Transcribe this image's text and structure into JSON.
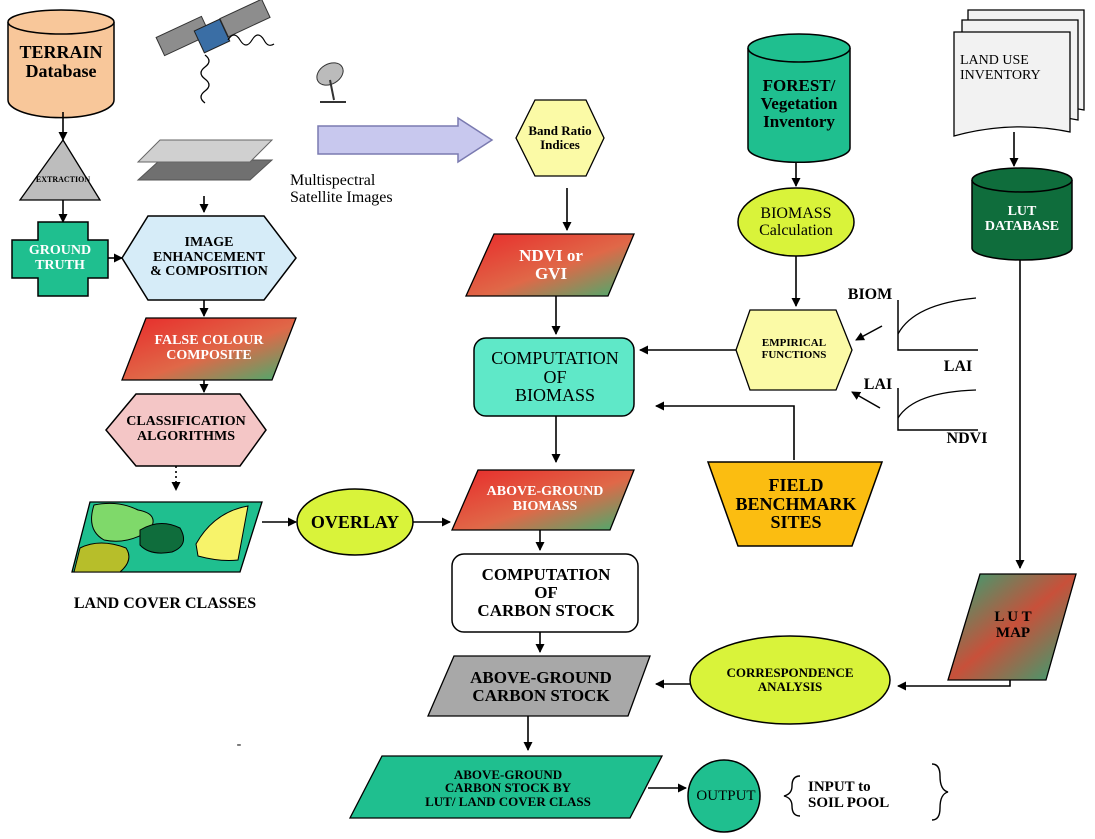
{
  "diagram": {
    "terrain_db": "TERRAIN\nDatabase",
    "extraction": "EXTRACTION",
    "ground_truth": "GROUND\nTRUTH",
    "image_enhancement": "IMAGE\nENHANCEMENT\n& COMPOSITION",
    "false_colour": "FALSE COLOUR\nCOMPOSITE",
    "classification": "CLASSIFICATION\nALGORITHMS",
    "land_cover_classes": "LAND COVER CLASSES",
    "overlay": "OVERLAY",
    "multispectral": "Multispectral\nSatellite Images",
    "band_ratio": "Band Ratio\nIndices",
    "ndvi_gvi": "NDVI or\nGVI",
    "computation_biomass": "COMPUTATION\nOF\nBIOMASS",
    "above_ground_biomass": "ABOVE-GROUND\nBIOMASS",
    "computation_carbon": "COMPUTATION\nOF\nCARBON  STOCK",
    "above_ground_carbon": "ABOVE-GROUND\nCARBON STOCK",
    "carbon_by_lut": "ABOVE-GROUND\nCARBON STOCK BY\nLUT/ LAND COVER CLASS",
    "output": "OUTPUT",
    "input_soil": "INPUT to\nSOIL POOL",
    "forest_inventory": "FOREST/\nVegetation\nInventory",
    "biomass_calc": "BIOMASS\nCalculation",
    "empirical": "EMPIRICAL\nFUNCTIONS",
    "field_benchmark": "FIELD\nBENCHMARK\nSITES",
    "biom_label": "BIOM",
    "lai_label_right": "LAI",
    "lai_label_left": "LAI",
    "ndvi_label": "NDVI",
    "land_use_inventory": "LAND USE\nINVENTORY",
    "lut_db": "LUT\nDATABASE",
    "lut_map": "L U T\nMAP",
    "correspondence": "CORRESPONDENCE\nANALYSIS",
    "dash_mark": "-"
  },
  "colors": {
    "terrain_fill": "#f8c79a",
    "teal": "#1fbf8f",
    "light_blue": "#d6ecf8",
    "pink": "#f4c6c6",
    "yellow_green": "#d9f33a",
    "pale_yellow": "#fbfaa6",
    "gold": "#fbbd11",
    "gray": "#a8a8a8",
    "dark_green": "#0f6d3c",
    "aqua": "#5fe8c8",
    "red": "#e83030",
    "green": "#2fae6a"
  }
}
